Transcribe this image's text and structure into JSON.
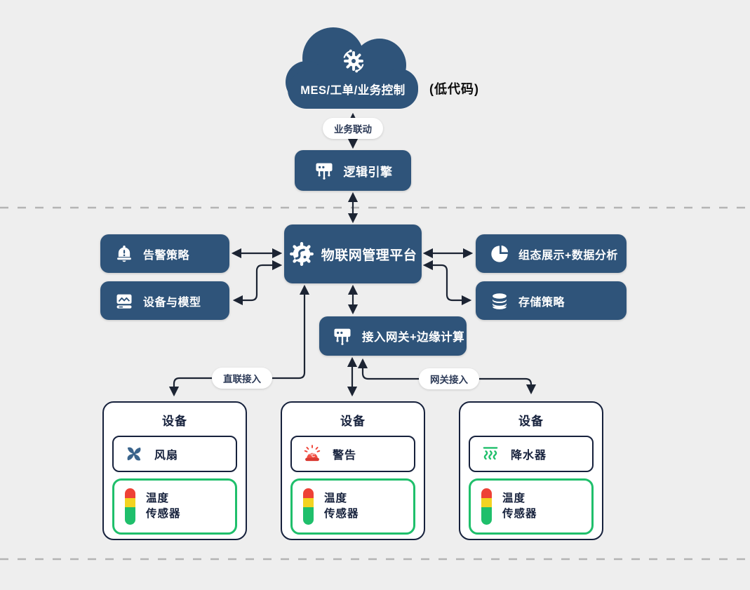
{
  "colors": {
    "background": "#eeeeee",
    "navy": "#2f547a",
    "ink": "#16213c",
    "green": "#1fbf6b",
    "red": "#ee4136",
    "yellow": "#f3d321",
    "arrow": "#1c2433",
    "fan_blue": "#3a648c"
  },
  "cloud": {
    "label": "MES/工单/业务控制",
    "note": "(低代码)",
    "icon": "gear-sync-icon"
  },
  "pills": {
    "business_link": "业务联动",
    "direct_access": "直联接入",
    "gateway_access": "网关接入"
  },
  "nodes": {
    "logic_engine": {
      "label": "逻辑引擎",
      "icon": "edge-device-icon"
    },
    "platform": {
      "label": "物联网管理平台",
      "icon": "iot-chip-icon"
    },
    "alert_policy": {
      "label": "告警策略",
      "icon": "alarm-bell-icon"
    },
    "device_model": {
      "label": "设备与模型",
      "icon": "device-model-icon"
    },
    "dashboard": {
      "label": "组态展示+数据分析",
      "icon": "pie-chart-icon"
    },
    "storage": {
      "label": "存储策略",
      "icon": "database-icon"
    },
    "gateway": {
      "label": "接入网关+边缘计算",
      "icon": "edge-device-icon"
    }
  },
  "devices": [
    {
      "title": "设备",
      "actuator": {
        "label": "风扇",
        "icon": "fan-icon"
      },
      "sensor": {
        "line1": "温度",
        "line2": "传感器",
        "icon": "temperature-sensor-icon"
      }
    },
    {
      "title": "设备",
      "actuator": {
        "label": "警告",
        "icon": "alarm-light-icon"
      },
      "sensor": {
        "line1": "温度",
        "line2": "传感器",
        "icon": "temperature-sensor-icon"
      }
    },
    {
      "title": "设备",
      "actuator": {
        "label": "降水器",
        "icon": "sprinkler-icon"
      },
      "sensor": {
        "line1": "温度",
        "line2": "传感器",
        "icon": "temperature-sensor-icon"
      }
    }
  ]
}
